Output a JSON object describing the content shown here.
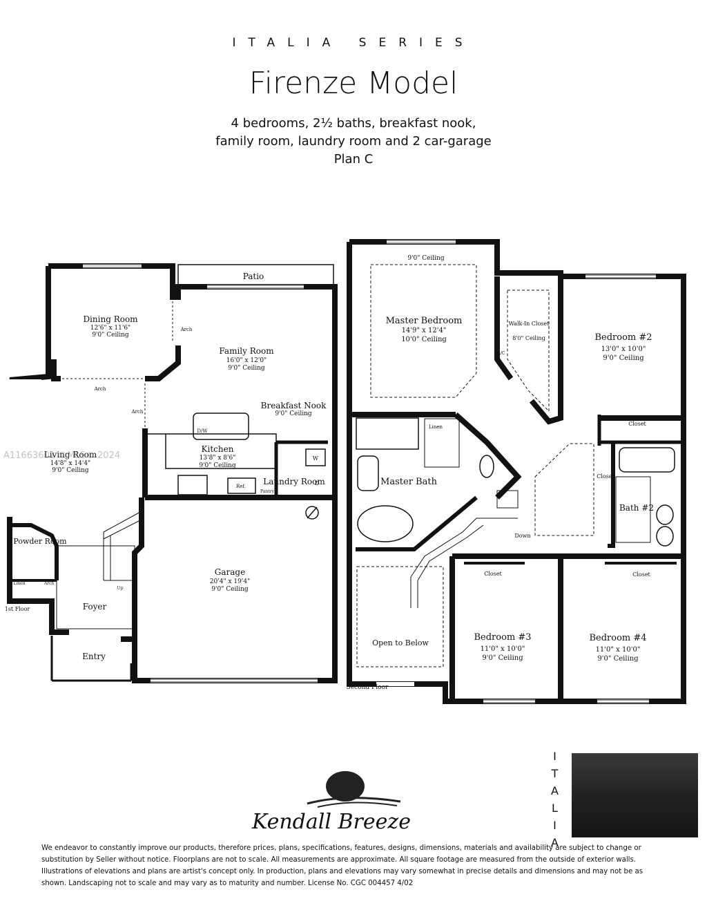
{
  "header": {
    "series": "ITALIA SERIES",
    "title": "Firenze Model",
    "line1": "4 bedrooms, 2½ baths, breakfast nook,",
    "line2": "family room, laundry room and 2 car-garage",
    "line3": "Plan C"
  },
  "first_floor": {
    "label": "1st Floor",
    "rooms": [
      {
        "name": "Patio"
      },
      {
        "name": "Dining Room",
        "size": "12'6\" x 11'6\"",
        "ceiling": "9'0\" Ceiling"
      },
      {
        "name": "Family Room",
        "size": "16'0\" x 12'0\"",
        "ceiling": "9'0\" Ceiling"
      },
      {
        "name": "Breakfast Nook",
        "ceiling": "9'0\" Ceiling"
      },
      {
        "name": "Living Room",
        "size": "14'8\" x 14'4\"",
        "ceiling": "9'0\" Ceiling"
      },
      {
        "name": "Kitchen",
        "size": "13'8\" x 8'6\"",
        "ceiling": "9'0\" Ceiling"
      },
      {
        "name": "Laundry Room"
      },
      {
        "name": "Powder Room"
      },
      {
        "name": "Garage",
        "size": "20'4\" x 19'4\"",
        "ceiling": "9'0\" Ceiling"
      },
      {
        "name": "Foyer"
      },
      {
        "name": "Entry"
      }
    ],
    "notes": [
      "Arch",
      "Arch",
      "Arch",
      "D/W",
      "Ref.",
      "Pantry",
      "W",
      "D",
      "Linen",
      "Arch",
      "Up"
    ]
  },
  "second_floor": {
    "label": "Second Floor",
    "rooms": [
      {
        "name": "Master Bedroom",
        "size": "14'9\" x 12'4\"",
        "ceiling": "10'0\" Ceiling",
        "top": "9'0\" Ceiling"
      },
      {
        "name": "Walk-In Closet",
        "ceiling": "8'0\" Ceiling"
      },
      {
        "name": "Bedroom #2",
        "size": "13'0\" x 10'0\"",
        "ceiling": "9'0\" Ceiling"
      },
      {
        "name": "Master Bath"
      },
      {
        "name": "Bath #2"
      },
      {
        "name": "Bedroom #3",
        "size": "11'0\" x 10'0\"",
        "ceiling": "9'0\" Ceiling"
      },
      {
        "name": "Bedroom #4",
        "size": "11'0\" x 10'0\"",
        "ceiling": "9'0\" Ceiling"
      },
      {
        "name": "Open to Below"
      }
    ],
    "notes": [
      "Linen",
      "Closet",
      "Closet",
      "Closet",
      "Closet",
      "Down",
      "A/C"
    ]
  },
  "brand": "Kendall Breeze",
  "side_text": "ITALIA",
  "watermark": "A11663601 ©MLS® 2024",
  "disclaimer": "We endeavor to constantly improve our products, therefore prices, plans, specifications, features, designs, dimensions, materials and availability are subject to change or substitution by Seller without notice. Floorplans are not to scale. All measurements are approximate. All square footage are measured from the outside of exterior walls. Illustrations of elevations and plans are artist's concept only. In production, plans and elevations may vary somewhat in precise details and dimensions and may not be as shown. Landscaping not to scale and may vary as to maturity and number. License No. CGC 004457 4/02"
}
